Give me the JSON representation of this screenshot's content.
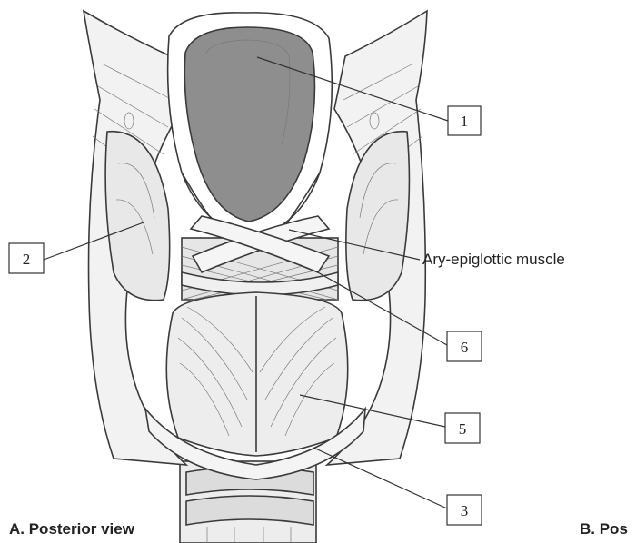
{
  "figure": {
    "caption_left": "A. Posterior view",
    "caption_right": "B. Pos",
    "text_label": "Ary-epiglottic muscle",
    "callouts": [
      "1",
      "2",
      "6",
      "5",
      "3"
    ]
  },
  "colors": {
    "ink": "#3a3a3a",
    "cartilage_fill": "#efefef",
    "epiglottis_fill": "#8e8e8e",
    "muscle_fill": "#e6e6e6"
  }
}
